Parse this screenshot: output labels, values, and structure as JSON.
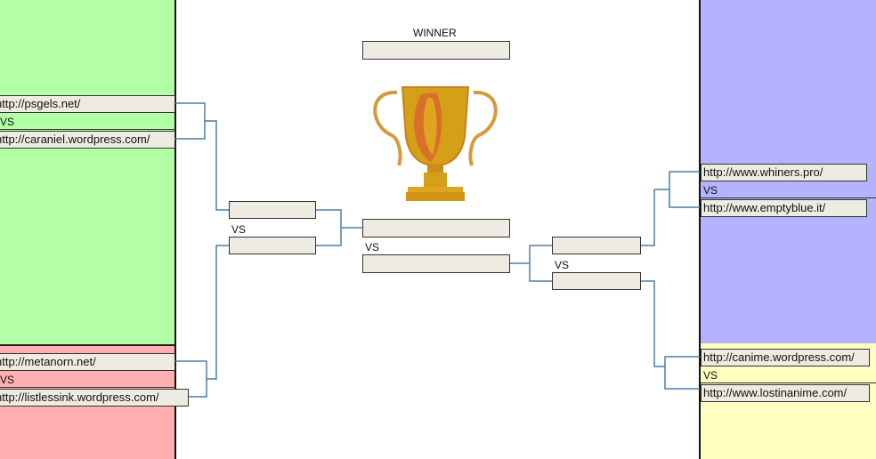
{
  "colors": {
    "green": "#b3ffa5",
    "pink": "#ffafaf",
    "blue": "#b3b3ff",
    "yellow": "#ffffbf",
    "slot": "#eeebe2",
    "connector": "#4a7fa8"
  },
  "winner_label": "WINNER",
  "vs_label": "VS",
  "left": {
    "match1": {
      "top": "http://psgels.net/",
      "bottom": "http://caraniel.wordpress.com/"
    },
    "match2": {
      "top": "http://metanorn.net/",
      "bottom": "http://listlessink.wordpress.com/"
    }
  },
  "right": {
    "match1": {
      "top": "http://www.whiners.pro/",
      "bottom": "http://www.emptyblue.it/"
    },
    "match2": {
      "top": "http://canime.wordpress.com/",
      "bottom": "http://www.lostinanime.com/"
    }
  },
  "trophy_icon": "trophy-icon"
}
